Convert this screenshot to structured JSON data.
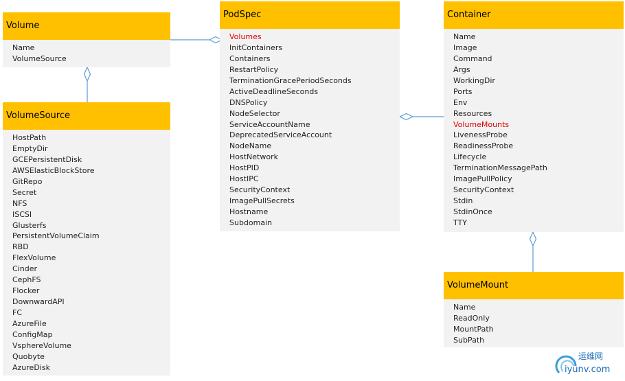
{
  "boxes": {
    "volume": {
      "title": "Volume",
      "fields": [
        "Name",
        "VolumeSource"
      ]
    },
    "volumesource": {
      "title": "VolumeSource",
      "fields": [
        "HostPath",
        "EmptyDir",
        "GCEPersistentDisk",
        "AWSElasticBlockStore",
        "GitRepo",
        "Secret",
        "NFS",
        "ISCSI",
        "Glusterfs",
        "PersistentVolumeClaim",
        "RBD",
        "FlexVolume",
        "Cinder",
        "CephFS",
        "Flocker",
        "DownwardAPI",
        "FC",
        "AzureFile",
        "ConfigMap",
        "VsphereVolume",
        "Quobyte",
        "AzureDisk"
      ]
    },
    "podspec": {
      "title": "PodSpec",
      "fields": [
        "Volumes",
        "InitContainers",
        "Containers",
        "RestartPolicy",
        "TerminationGracePeriodSeconds",
        "ActiveDeadlineSeconds",
        "DNSPolicy",
        "NodeSelector",
        "ServiceAccountName",
        "DeprecatedServiceAccount",
        "NodeName",
        "HostNetwork",
        "HostPID",
        "HostIPC",
        "SecurityContext",
        "ImagePullSecrets",
        "Hostname",
        "Subdomain"
      ],
      "highlight": [
        "Volumes"
      ]
    },
    "container": {
      "title": "Container",
      "fields": [
        "Name",
        "Image",
        "Command",
        "Args",
        "WorkingDir",
        "Ports",
        "Env",
        "Resources",
        "VolumeMounts",
        "LivenessProbe",
        "ReadinessProbe",
        "Lifecycle",
        "TerminationMessagePath",
        "ImagePullPolicy",
        "SecurityContext",
        "Stdin",
        "StdinOnce",
        "TTY"
      ],
      "highlight": [
        "VolumeMounts"
      ]
    },
    "volumemount": {
      "title": "VolumeMount",
      "fields": [
        "Name",
        "ReadOnly",
        "MountPath",
        "SubPath"
      ]
    }
  },
  "colors": {
    "header": "#ffc000",
    "body": "#f2f2f2",
    "highlight": "#e00000",
    "connector": "#5b9bd5"
  },
  "watermark": {
    "line1": "运维网",
    "line2": "iyunv.com"
  }
}
